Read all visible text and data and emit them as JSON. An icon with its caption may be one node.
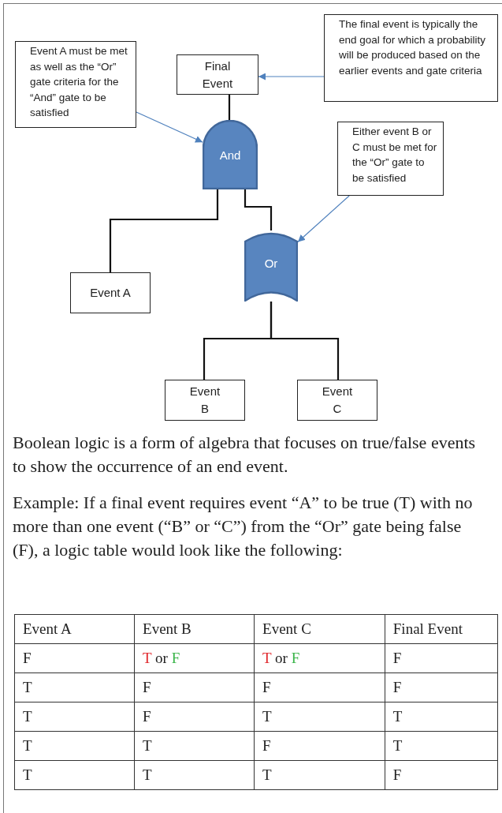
{
  "diagram": {
    "nodes": [
      {
        "text": [
          "Event A must be met as well as the “Or” gate criteria for the “And” gate to be satisfied"
        ]
      },
      {
        "text": [
          "Final Event"
        ]
      },
      {
        "text": [
          "The final event is typically the end goal for which a probability will be produced based on the earlier events and gate criteria"
        ]
      },
      {
        "text": [
          "And"
        ]
      },
      {
        "text": [
          "Either event B or C must be met for the “Or” gate to be satisfied"
        ]
      },
      {
        "text": [
          "Or"
        ]
      },
      {
        "text": [
          "Event A"
        ]
      },
      {
        "text": [
          "Event B"
        ]
      },
      {
        "text": [
          "Event C"
        ]
      }
    ],
    "edges": [
      {
        "from": 2,
        "to": 1,
        "arrow": "to",
        "color": "#4f81bd"
      },
      {
        "from": 0,
        "to": 3,
        "arrow": "to",
        "color": "#4f81bd"
      },
      {
        "from": 4,
        "to": 5,
        "arrow": "to",
        "color": "#4f81bd"
      },
      {
        "from": 3,
        "to": 1,
        "arrow": "none"
      },
      {
        "from": 6,
        "to": 3,
        "arrow": "none"
      },
      {
        "from": 5,
        "to": 3,
        "arrow": "none"
      },
      {
        "from": 7,
        "to": 5,
        "arrow": "none"
      },
      {
        "from": 8,
        "to": 5,
        "arrow": "none"
      }
    ],
    "labels": [
      "Boolean logic is a form of algebra that focuses on true/false events to show the occurrence of an end event.",
      "Example: If a final event requires event “A” to be true (T) with no more than one event (“B” or “C”) from the “Or” gate being false (F), a logic table would look like the following:",
      "Event A",
      "Event B",
      "Event C",
      "Final Event",
      "F",
      "T or F",
      "T or F",
      "F",
      "T",
      "F",
      "F",
      "F",
      "T",
      "F",
      "T",
      "T",
      "T",
      "T",
      "F",
      "T",
      "T",
      "T",
      "T",
      "F"
    ]
  }
}
